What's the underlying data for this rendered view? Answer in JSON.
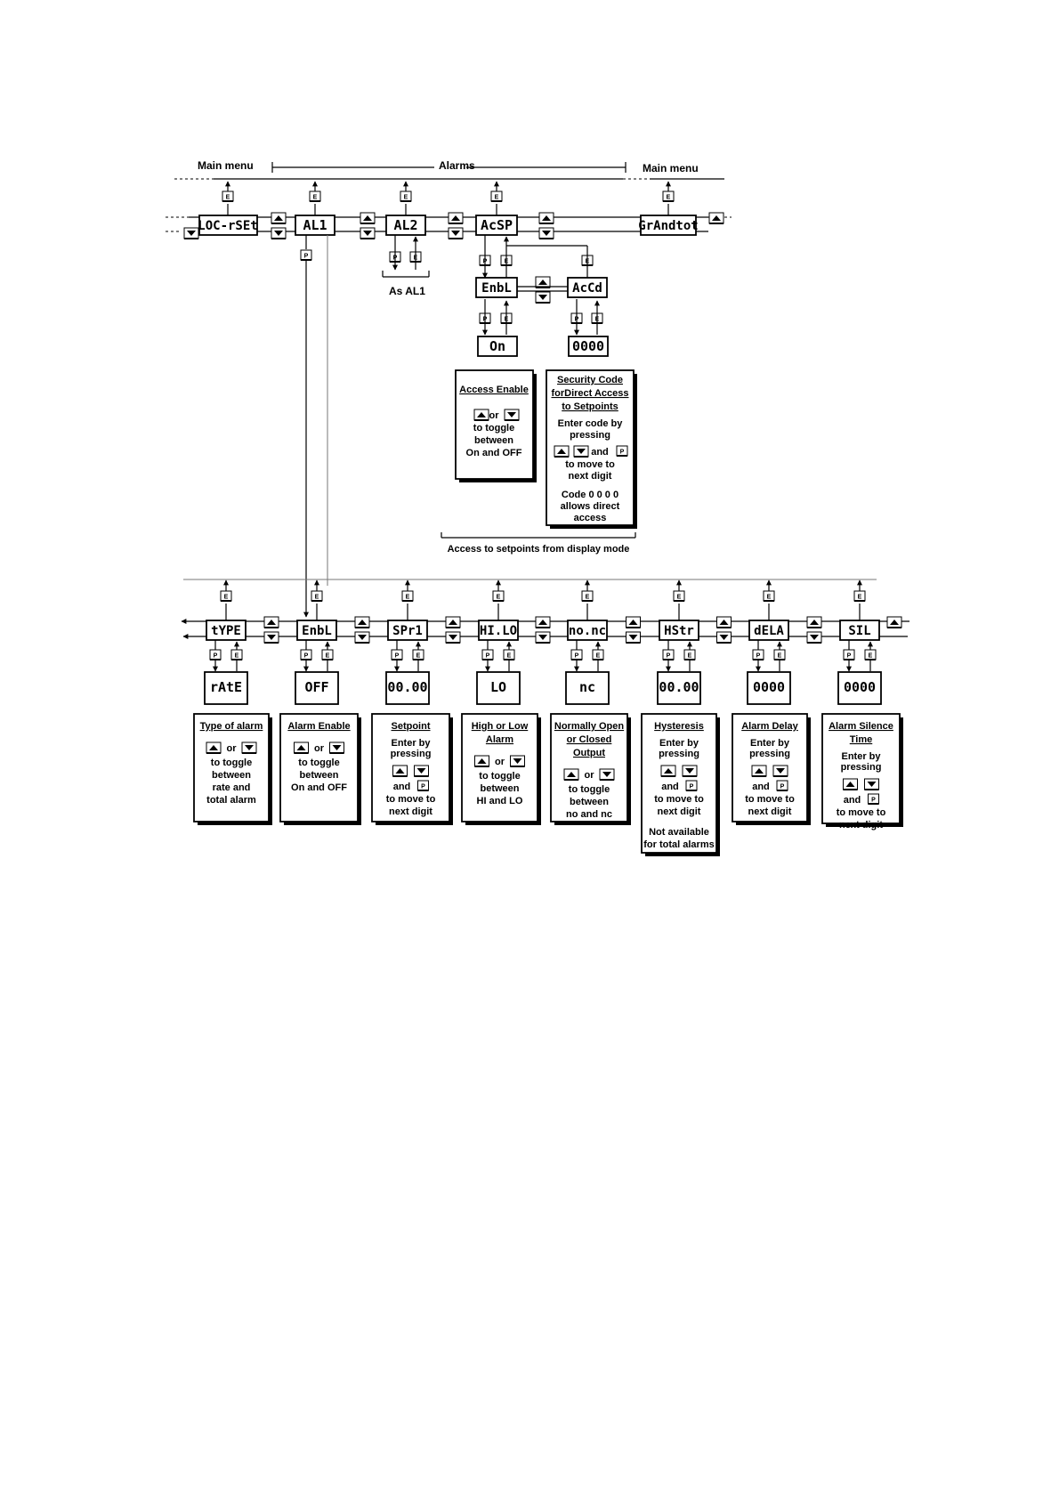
{
  "top": {
    "main_menu_left": "Main menu",
    "alarms": "Alarms",
    "main_menu_right": "Main menu",
    "as_al1": "As AL1",
    "access_note": "Access to setpoints from display mode",
    "nodes": {
      "loc_rset": "LOC-rSEt",
      "al1": "AL1",
      "al2": "AL2",
      "acsp": "AcSP",
      "grandtot": "GrAndtot",
      "enbl": "EnbL",
      "accd": "AcCd",
      "on": "On",
      "code": "0000"
    },
    "access_enable": {
      "title": "Access Enable",
      "or": "or",
      "l1": "to toggle",
      "l2": "between",
      "l3": "On and OFF"
    },
    "security": {
      "t1": "Security Code",
      "t2": "forDirect Access",
      "t3": "to Setpoints",
      "l1": "Enter code by",
      "l2": "pressing",
      "and": "and",
      "l3": "to move to",
      "l4": "next digit",
      "l5": "Code 0 0 0 0",
      "l6": "allows direct",
      "l7": "access"
    }
  },
  "keys": {
    "e": "E",
    "p": "P"
  },
  "icons": {
    "up": "triangle-up-icon",
    "down": "triangle-down-icon"
  },
  "bottom": {
    "nodes": [
      "tYPE",
      "EnbL",
      "SPr1",
      "HI.LO",
      "no.nc",
      "HStr",
      "dELA",
      "SIL"
    ],
    "values": [
      "rAtE",
      "OFF",
      "00.00",
      "LO",
      "nc",
      "00.00",
      "0000",
      "0000"
    ],
    "descriptions": [
      {
        "title": [
          "Type of alarm"
        ],
        "lines": [
          "to toggle",
          "between",
          "rate and",
          "total alarm"
        ]
      },
      {
        "title": [
          "Alarm Enable"
        ],
        "lines": [
          "to toggle",
          "between",
          "On and OFF"
        ]
      },
      {
        "title": [
          "Setpoint"
        ],
        "lines": [
          "Enter by",
          "pressing",
          "to move to",
          "next digit"
        ]
      },
      {
        "title": [
          "High or Low",
          "Alarm"
        ],
        "lines": [
          "to toggle",
          "between",
          "HI and LO"
        ]
      },
      {
        "title": [
          "Normally Open",
          "or Closed",
          "Output"
        ],
        "lines": [
          "to toggle",
          "between",
          "no and nc"
        ]
      },
      {
        "title": [
          "Hysteresis"
        ],
        "lines": [
          "Enter by",
          "pressing",
          "to move to",
          "next digit",
          "Not available",
          "for total alarms"
        ]
      },
      {
        "title": [
          "Alarm Delay"
        ],
        "lines": [
          "Enter by",
          "pressing",
          "to move to",
          "next digit"
        ]
      },
      {
        "title": [
          "Alarm Silence",
          "Time"
        ],
        "lines": [
          "Enter by",
          "pressing",
          "to move to",
          "next digit"
        ]
      }
    ],
    "or": "or",
    "and": "and"
  }
}
